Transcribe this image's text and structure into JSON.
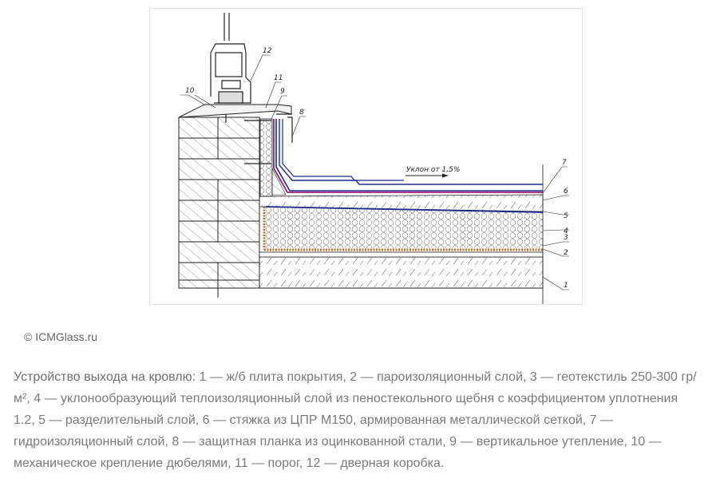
{
  "figure": {
    "labels": [
      "1",
      "2",
      "3",
      "4",
      "5",
      "6",
      "7",
      "8",
      "9",
      "10",
      "11",
      "12"
    ],
    "slope_text": "Уклон от 1,5%",
    "colors": {
      "waterproof_blue": "#1a2a8c",
      "waterproof_purple": "#a0207a",
      "geotextile": "#b8742a",
      "line": "#222222"
    }
  },
  "credit": "© ICMGlass.ru",
  "caption": {
    "lead": "Устройство выхода на кровлю:",
    "body": " 1 — ж/б плита покрытия, 2 — пароизоляционный слой, 3 — геотекстиль 250-300 гр/м², 4 — уклонообразующий теплоизоляционный слой из пеностекольного щебня с коэффициентом уплотнения 1.2, 5 — разделительный слой, 6 — стяжка из ЦПР М150, армированная металлической сеткой, 7 — гидроизоляционный слой, 8 — защитная планка из оцинкованной стали, 9 — вертикальное утепление, 10 — механическое крепление дюбелями, 11 — порог, 12 — дверная коробка."
  }
}
